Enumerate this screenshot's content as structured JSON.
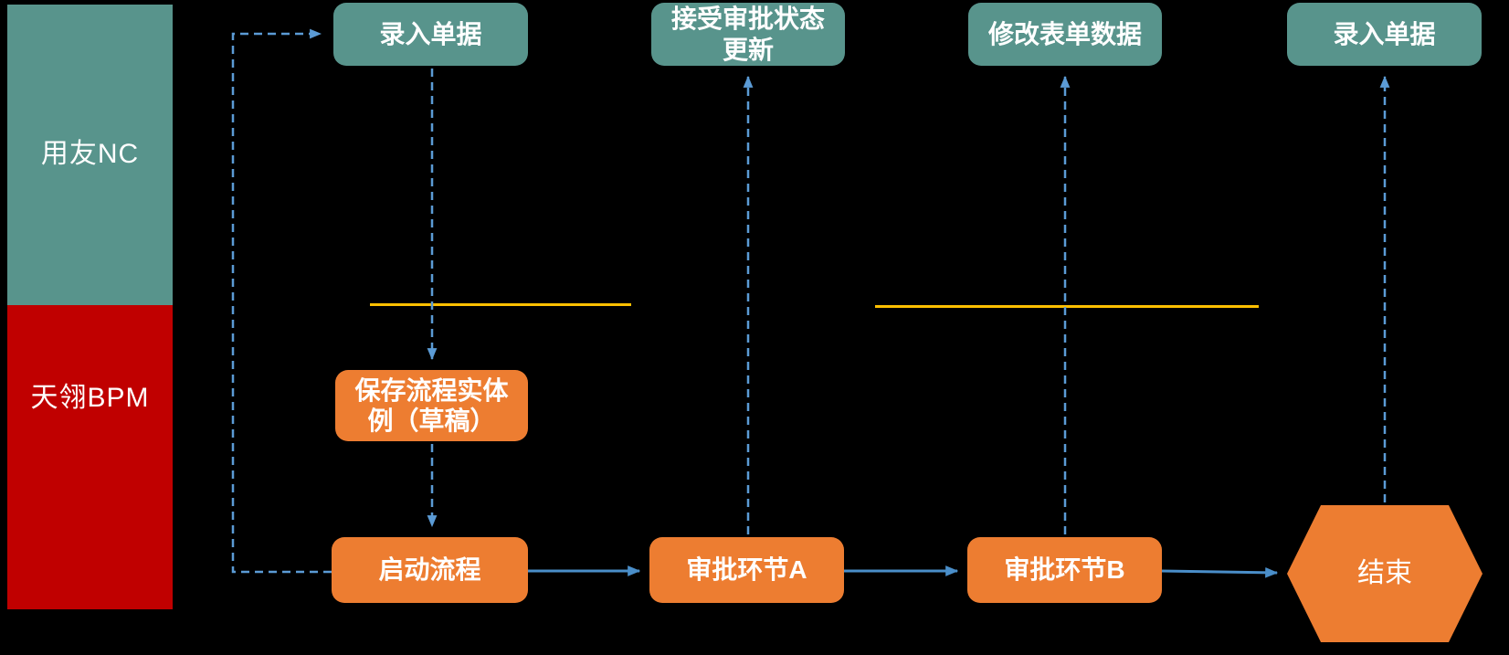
{
  "diagram": {
    "lanes": [
      {
        "label": "用友NC",
        "color": "#58948C"
      },
      {
        "label": "天翎BPM",
        "color": "#C00000"
      }
    ],
    "nodes": [
      {
        "label": "录入单据",
        "shape": "rounded-rect",
        "color": "#58948C"
      },
      {
        "label": "接受审批状态更新",
        "shape": "rounded-rect",
        "color": "#58948C"
      },
      {
        "label": "修改表单数据",
        "shape": "rounded-rect",
        "color": "#58948C"
      },
      {
        "label": "录入单据",
        "shape": "rounded-rect",
        "color": "#58948C"
      },
      {
        "label": "保存流程实体例（草稿）",
        "shape": "rounded-rect",
        "color": "#ED7D31"
      },
      {
        "label": "启动流程",
        "shape": "rounded-rect",
        "color": "#ED7D31"
      },
      {
        "label": "审批环节A",
        "shape": "rounded-rect",
        "color": "#ED7D31"
      },
      {
        "label": "审批环节B",
        "shape": "rounded-rect",
        "color": "#ED7D31"
      },
      {
        "label": "结束",
        "shape": "hexagon",
        "color": "#ED7D31"
      }
    ],
    "connectors": [
      {
        "from": "启动流程",
        "to": "录入单据",
        "style": "dashed"
      },
      {
        "from": "录入单据",
        "to": "保存流程实体例（草稿）",
        "style": "dashed"
      },
      {
        "from": "保存流程实体例（草稿）",
        "to": "启动流程",
        "style": "dashed"
      },
      {
        "from": "启动流程",
        "to": "审批环节A",
        "style": "solid"
      },
      {
        "from": "审批环节A",
        "to": "接受审批状态更新",
        "style": "dashed"
      },
      {
        "from": "审批环节A",
        "to": "审批环节B",
        "style": "solid"
      },
      {
        "from": "审批环节B",
        "to": "修改表单数据",
        "style": "dashed"
      },
      {
        "from": "审批环节B",
        "to": "结束",
        "style": "solid"
      },
      {
        "from": "结束",
        "to": "录入单据",
        "style": "dashed"
      }
    ],
    "colors": {
      "background": "#000000",
      "teal": "#58948C",
      "red": "#C00000",
      "orange": "#ED7D31",
      "connector_blue": "#5B9BD5",
      "connector_blue_solid": "#4A8EC9",
      "divider_yellow": "#FFC000",
      "text": "#FFFFFF"
    }
  }
}
